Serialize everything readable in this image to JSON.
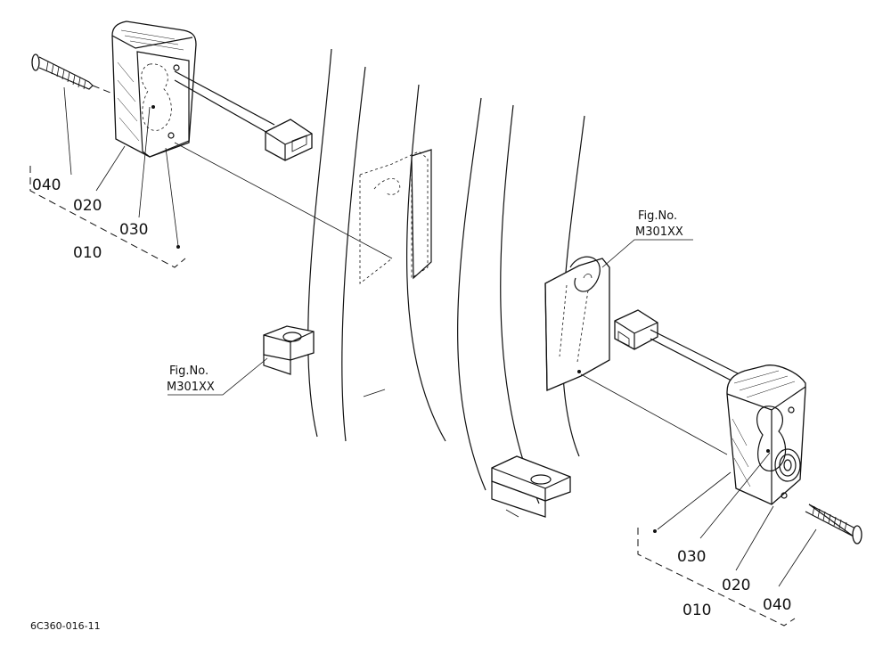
{
  "callouts": {
    "left_040": "040",
    "left_020": "020",
    "left_030": "030",
    "left_010": "010",
    "right_030": "030",
    "right_020": "020",
    "right_010": "010",
    "right_040": "040"
  },
  "references": {
    "upper": {
      "line1": "Fig.No.",
      "line2": "M301XX"
    },
    "lower": {
      "line1": "Fig.No.",
      "line2": "M301XX"
    }
  },
  "drawing_code": "6C360-016-11"
}
